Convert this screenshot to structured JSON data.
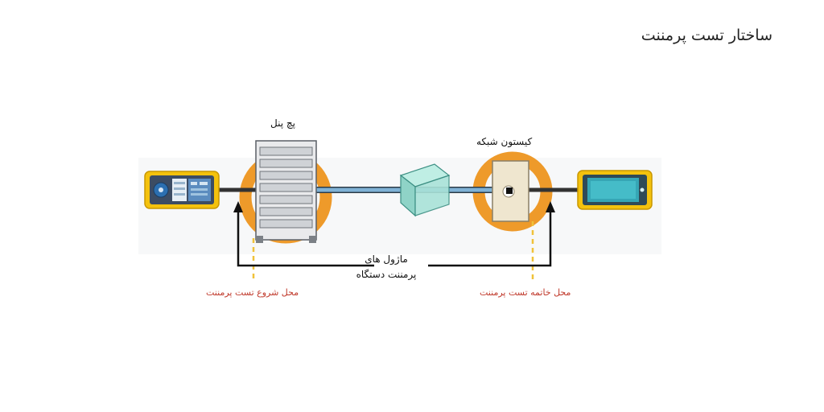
{
  "title": "ساختار تست پرمننت",
  "labels": {
    "patch_panel": "پچ پنل",
    "keystone": "کیستون شبکه",
    "modules_line1": "ماژول های",
    "modules_line2": "پرمننت دستگاه",
    "start_point": "محل شروع تست پرمننت",
    "end_point": "محل خاتمه تست پرمننت"
  },
  "colors": {
    "orange_ring": "#ee9a2a",
    "cable_blue": "#7fb2d6",
    "cable_dark": "#333333",
    "marker_red": "#c0392b",
    "dashed_yellow": "#f0c23a",
    "cube": "#a9e2d8",
    "tester_body": "#f4c20d"
  },
  "icons": [
    "main-tester-icon",
    "remote-tester-icon",
    "patch-panel-icon",
    "keystone-jack-icon",
    "cube-module-icon"
  ]
}
